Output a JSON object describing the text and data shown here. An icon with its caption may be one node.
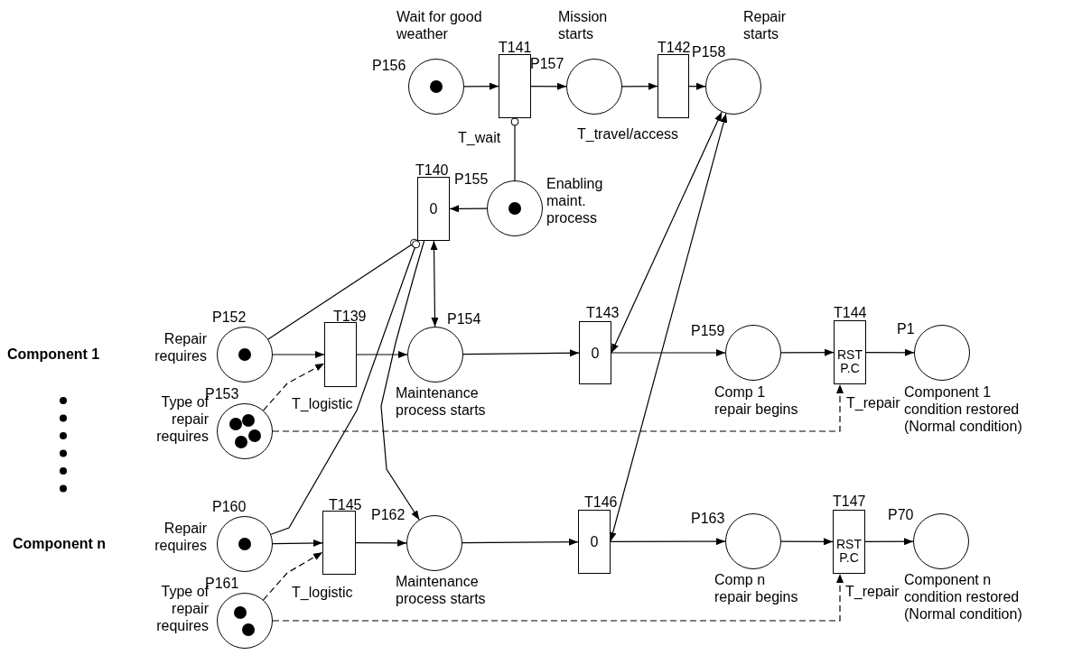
{
  "diagram": {
    "nodes": [
      {
        "text": [
          "P156"
        ],
        "beside": [
          "Wait for good weather"
        ]
      },
      {
        "text": [
          "T141"
        ],
        "beside": [
          "T_wait"
        ]
      },
      {
        "text": [
          "P157"
        ],
        "beside": [
          "Mission starts"
        ]
      },
      {
        "text": [
          "T142"
        ],
        "beside": [
          "T_travel/access"
        ]
      },
      {
        "text": [
          "P158"
        ],
        "beside": [
          "Repair starts"
        ]
      },
      {
        "text": [
          "T140",
          "0"
        ]
      },
      {
        "text": [
          "P155"
        ],
        "beside": [
          "Enabling maint. process"
        ]
      },
      {
        "text": [
          "P152"
        ],
        "beside": [
          "Repair requires"
        ]
      },
      {
        "text": [
          "T139"
        ],
        "beside": [
          "T_logistic"
        ]
      },
      {
        "text": [
          "P154"
        ],
        "beside": [
          "Maintenance process starts"
        ]
      },
      {
        "text": [
          "T143",
          "0"
        ]
      },
      {
        "text": [
          "P159"
        ],
        "beside": [
          "Comp 1 repair begins"
        ]
      },
      {
        "text": [
          "T144",
          "RST P.C"
        ],
        "beside": [
          "T_repair"
        ]
      },
      {
        "text": [
          "P1"
        ],
        "beside": [
          "Component 1 condition restored (Normal condition)"
        ]
      },
      {
        "text": [
          "P153"
        ],
        "beside": [
          "Type of repair requires"
        ]
      },
      {
        "text": [
          "P160"
        ],
        "beside": [
          "Repair requires"
        ]
      },
      {
        "text": [
          "T145"
        ],
        "beside": [
          "T_logistic"
        ]
      },
      {
        "text": [
          "P162"
        ],
        "beside": [
          "Maintenance process starts"
        ]
      },
      {
        "text": [
          "T146",
          "0"
        ]
      },
      {
        "text": [
          "P163"
        ],
        "beside": [
          "Comp n repair begins"
        ]
      },
      {
        "text": [
          "T147",
          "RST P.C"
        ],
        "beside": [
          "T_repair"
        ]
      },
      {
        "text": [
          "P70"
        ],
        "beside": [
          "Component n condition restored (Normal condition)"
        ]
      },
      {
        "text": [
          "P161"
        ],
        "beside": [
          "Type of repair requires"
        ]
      }
    ],
    "edges": [
      {
        "from": 0,
        "to": 1,
        "arrow": "to"
      },
      {
        "from": 1,
        "to": 2,
        "arrow": "to"
      },
      {
        "from": 2,
        "to": 3,
        "arrow": "to"
      },
      {
        "from": 3,
        "to": 4,
        "arrow": "to"
      },
      {
        "from": 6,
        "to": 5,
        "arrow": "to"
      },
      {
        "from": 6,
        "to": 1,
        "arrow": "other"
      },
      {
        "from": 7,
        "to": 5,
        "arrow": "other"
      },
      {
        "from": 15,
        "to": 5,
        "arrow": "other"
      },
      {
        "from": 5,
        "to": 9,
        "arrow": "both"
      },
      {
        "from": 5,
        "to": 17,
        "arrow": "to"
      },
      {
        "from": 7,
        "to": 8,
        "arrow": "to"
      },
      {
        "from": 14,
        "to": 8,
        "arrow": "to",
        "style": "dashed"
      },
      {
        "from": 8,
        "to": 9,
        "arrow": "to"
      },
      {
        "from": 9,
        "to": 10,
        "arrow": "to"
      },
      {
        "from": 10,
        "to": 11,
        "arrow": "to"
      },
      {
        "from": 11,
        "to": 12,
        "arrow": "to"
      },
      {
        "from": 12,
        "to": 13,
        "arrow": "to"
      },
      {
        "from": 14,
        "to": 12,
        "arrow": "to",
        "style": "dashed"
      },
      {
        "from": 4,
        "to": 10,
        "arrow": "both"
      },
      {
        "from": 4,
        "to": 18,
        "arrow": "both"
      },
      {
        "from": 15,
        "to": 16,
        "arrow": "to"
      },
      {
        "from": 22,
        "to": 16,
        "arrow": "to",
        "style": "dashed"
      },
      {
        "from": 16,
        "to": 17,
        "arrow": "to"
      },
      {
        "from": 17,
        "to": 18,
        "arrow": "to"
      },
      {
        "from": 18,
        "to": 19,
        "arrow": "to"
      },
      {
        "from": 19,
        "to": 20,
        "arrow": "to"
      },
      {
        "from": 20,
        "to": 21,
        "arrow": "to"
      },
      {
        "from": 22,
        "to": 20,
        "arrow": "to",
        "style": "dashed"
      }
    ],
    "labels": [
      "Component 1",
      "Component n"
    ]
  }
}
